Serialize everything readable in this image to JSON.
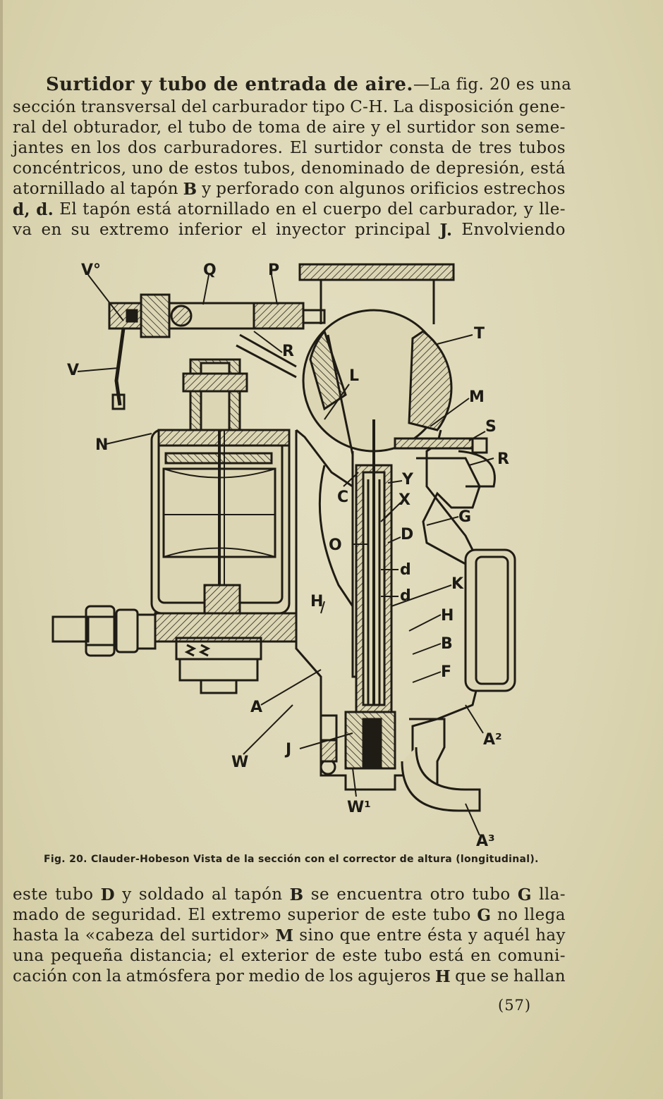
{
  "paragraph_top": {
    "heading": "Surtidor y tubo de entrada de aire.",
    "lines": [
      [
        "—La fig. 20 es una"
      ],
      [
        "sección",
        "transversal",
        "del",
        "carburador",
        "tipo",
        "C-H.",
        "La",
        "disposición",
        "gene-"
      ],
      [
        "ral",
        "del",
        "obturador,",
        "el",
        "tubo",
        "de",
        "toma",
        "de",
        "aire",
        "y",
        "el",
        "surtidor",
        "son",
        "seme-"
      ],
      [
        "jantes",
        "en los",
        "dos",
        "carburadores.",
        "El",
        "surtidor",
        "consta",
        "de",
        "tres",
        "tubos"
      ],
      [
        "concéntricos,",
        "uno",
        "de",
        "estos",
        "tubos,",
        "denominado",
        "de",
        "depresión,",
        "está"
      ],
      [
        "atornillado",
        "al",
        "tapón",
        "B",
        "y",
        "perforado",
        "con",
        "algunos",
        "orificios",
        "estrechos"
      ],
      [
        "d, d.",
        "El",
        "tapón",
        "está",
        "atornillado",
        "en",
        "el",
        "cuerpo",
        "del",
        "carburador,",
        "y",
        "lle-"
      ],
      [
        "va",
        "en",
        "su",
        "extremo",
        "inferior",
        "el",
        "inyector",
        "principal",
        "J.",
        "Envolviendo"
      ]
    ]
  },
  "figure": {
    "labels": [
      "V°",
      "Q",
      "P",
      "R",
      "T",
      "V",
      "L",
      "M",
      "S",
      "N",
      "R",
      "Y",
      "C",
      "X",
      "G",
      "D",
      "O",
      "d",
      "d",
      "K",
      "H",
      "H",
      "B",
      "F",
      "A",
      "A²",
      "W",
      "J",
      "W¹",
      "A³"
    ],
    "caption": "Fig. 20.   Clauder-Hobeson Vista de la sección  con el corrector de altura (longitudinal)."
  },
  "paragraph_bottom": {
    "lines": [
      [
        "este",
        "tubo",
        "D",
        "y",
        "soldado",
        "al",
        "tapón",
        "B",
        "se",
        "encuentra",
        "otro",
        "tubo",
        "G",
        "lla-"
      ],
      [
        "mado",
        "de",
        "seguridad.",
        "El",
        "extremo",
        "superior",
        "de",
        "este",
        "tubo",
        "G",
        "no",
        "llega"
      ],
      [
        "hasta",
        "la",
        "«cabeza",
        "del",
        "surtidor»",
        "M",
        "sino",
        "que",
        "entre",
        "ésta",
        "y",
        "aquél",
        "hay"
      ],
      [
        "una",
        "pequeña",
        "distancia;",
        "el",
        "exterior",
        "de",
        "este",
        "tubo",
        "está",
        "en",
        "comuni-"
      ],
      [
        "cación",
        "con",
        "la",
        "atmósfera",
        "por",
        "medio",
        "de",
        "los",
        "agujeros",
        "H",
        "que",
        "se",
        "hallan"
      ]
    ]
  },
  "page_number": "(57)",
  "colors": {
    "paper": "#dcd6b4",
    "ink": "#24211a"
  }
}
